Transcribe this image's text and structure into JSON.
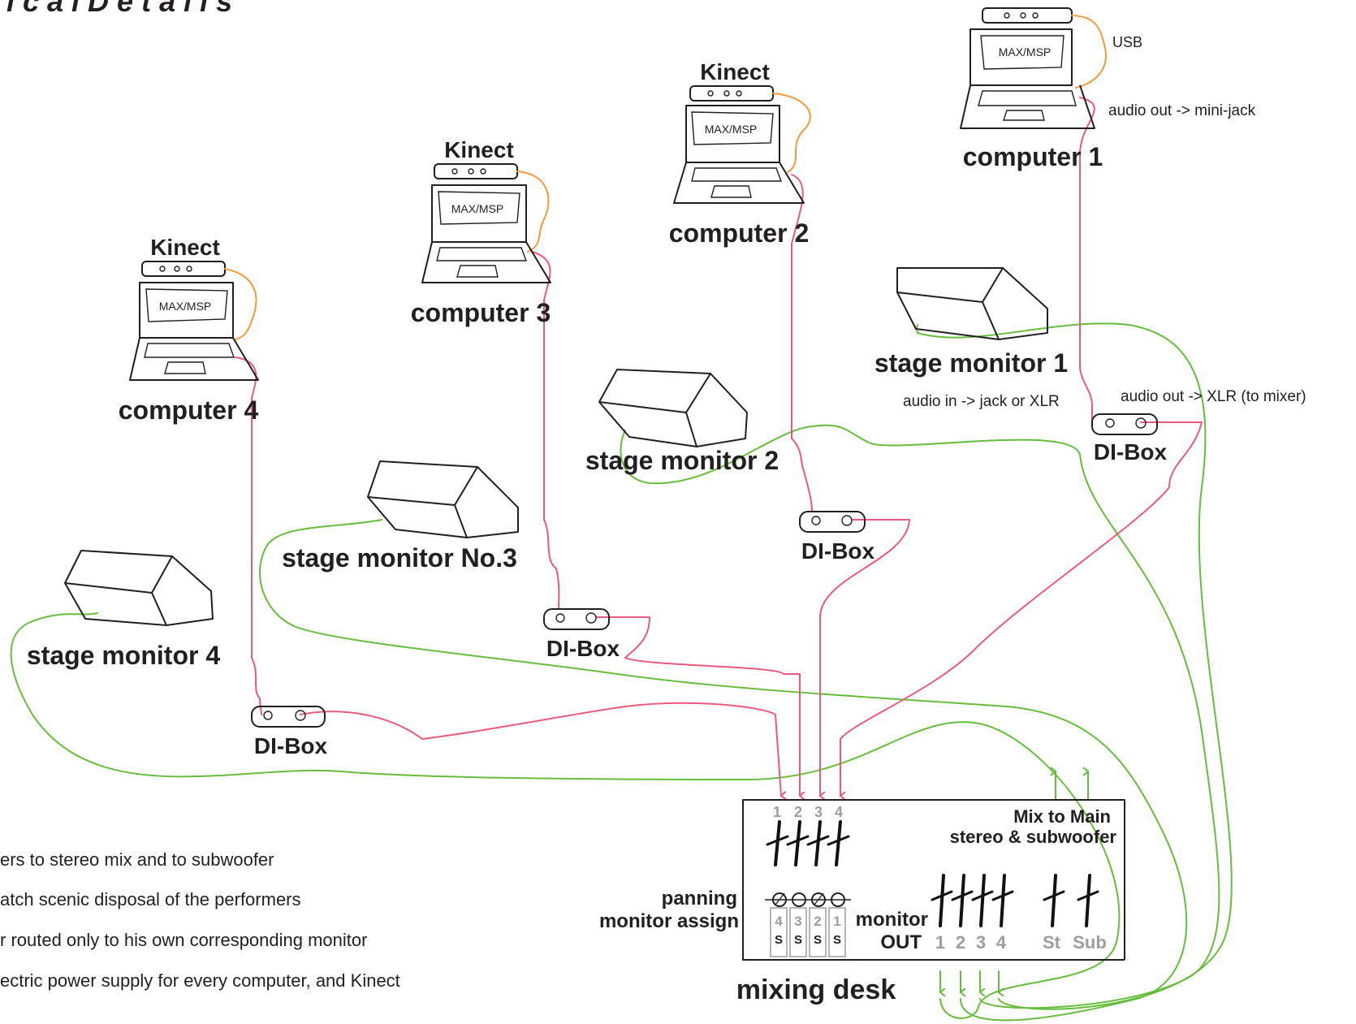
{
  "header": {
    "partial_title": "i c a l   D e t a i l s"
  },
  "computers": [
    {
      "id": "c1",
      "label": "computer 1",
      "screen": "MAX/MSP"
    },
    {
      "id": "c2",
      "label": "computer 2",
      "screen": "MAX/MSP",
      "sensor": "Kinect"
    },
    {
      "id": "c3",
      "label": "computer 3",
      "screen": "MAX/MSP",
      "sensor": "Kinect"
    },
    {
      "id": "c4",
      "label": "computer 4",
      "screen": "MAX/MSP",
      "sensor": "Kinect"
    }
  ],
  "annotations": {
    "usb": "USB",
    "audio_out_minijack": "audio out -> mini-jack",
    "audio_in": "audio in -> jack or XLR",
    "audio_out_xlr": "audio out -> XLR (to mixer)"
  },
  "monitors": [
    {
      "id": "m1",
      "label": "stage monitor 1"
    },
    {
      "id": "m2",
      "label": "stage monitor 2"
    },
    {
      "id": "m3",
      "label": "stage monitor No.3"
    },
    {
      "id": "m4",
      "label": "stage monitor 4"
    }
  ],
  "di_box_label": "DI-Box",
  "mixer": {
    "title": "mixing desk",
    "input_channels": [
      "1",
      "2",
      "3",
      "4"
    ],
    "assign_numbers": [
      "4",
      "3",
      "2",
      "1"
    ],
    "solo_label": "S",
    "panning_label": "panning",
    "monitor_assign_label": "monitor assign",
    "monitor_label": "monitor",
    "out_label": "OUT",
    "monitor_out_channels": [
      "1",
      "2",
      "3",
      "4"
    ],
    "stereo_label": "St",
    "sub_label": "Sub",
    "mix_to_main_line1": "Mix to Main",
    "mix_to_main_line2": "stereo & subwoofer"
  },
  "notes": [
    "ers to stereo mix and to subwoofer",
    "atch scenic disposal of the performers",
    "r routed only to his own corresponding monitor",
    "ectric power supply for every computer, and Kinect"
  ],
  "colors": {
    "audio_in_cable": "#ea5a7a",
    "monitor_cable": "#66bd3c",
    "usb_cable": "#f39a3c",
    "ink": "#231f20"
  }
}
